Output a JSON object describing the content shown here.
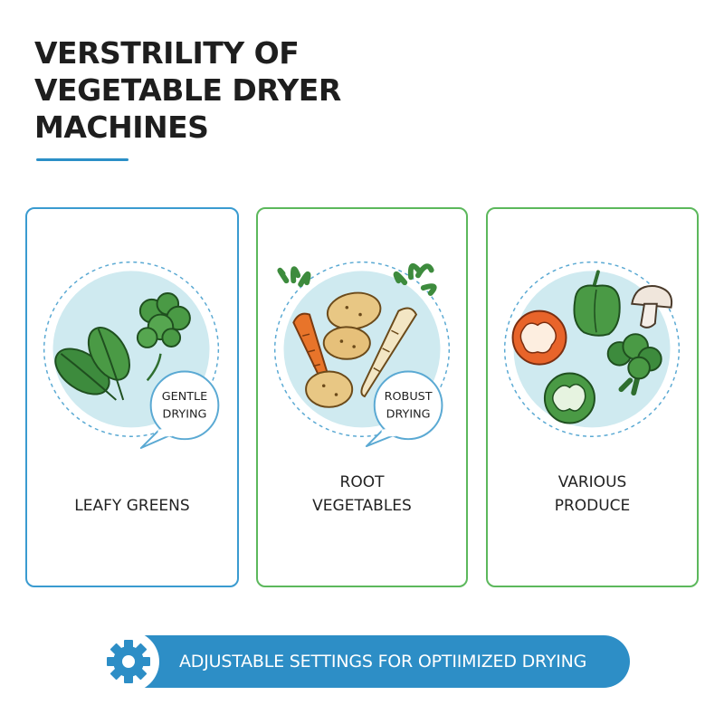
{
  "title": "VERSTRILITY OF VEGETABLE DRYER MACHINES",
  "cards": [
    {
      "label": "LEAFY GREENS",
      "bubble_line1": "GENTLE",
      "bubble_line2": "DRYING",
      "accent": "#3a9bd0"
    },
    {
      "label_line1": "ROOT",
      "label_line2": "VEGETABLES",
      "bubble_line1": "ROBUST",
      "bubble_line2": "DRYING",
      "accent": "#5cb85c"
    },
    {
      "label_line1": "VARIOUS",
      "label_line2": "PRODUCE",
      "accent": "#5cb85c"
    }
  ],
  "banner": {
    "text": "ADJUSTABLE SETTINGS FOR OPTIIMIZED DRYING",
    "icon": "gear-icon",
    "color": "#2d8ec6"
  },
  "colors": {
    "blue": "#2d8ec6",
    "green": "#5cb85c",
    "circle": "#cfeaf0"
  }
}
